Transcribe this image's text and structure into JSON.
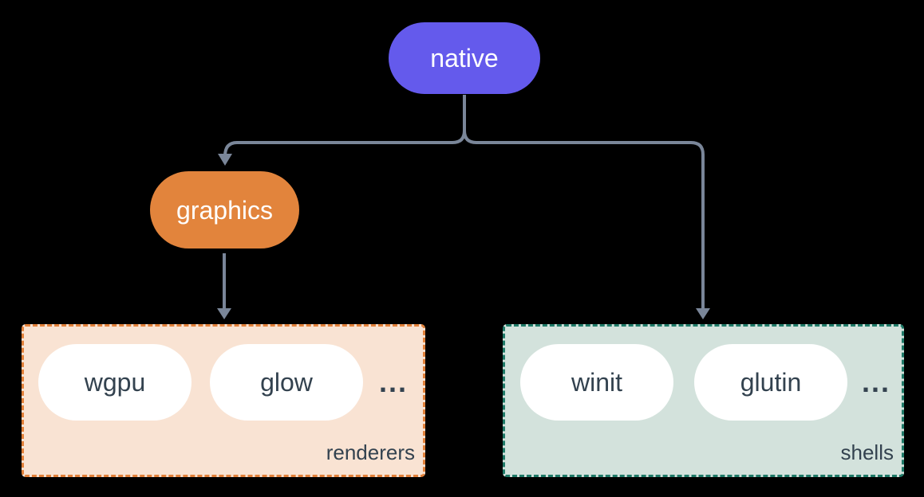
{
  "diagram": {
    "background_color": "#000000",
    "connector_color": "#7A8699",
    "nodes": {
      "native": {
        "label": "native",
        "fill": "#645AEC",
        "text_color": "#FFFFFF"
      },
      "graphics": {
        "label": "graphics",
        "fill": "#E2843C",
        "text_color": "#FFFFFF"
      }
    },
    "groups": {
      "renderers": {
        "label": "renderers",
        "background": "#F9E3D3",
        "border_color": "#E2813A",
        "items": [
          {
            "label": "wgpu"
          },
          {
            "label": "glow"
          }
        ],
        "ellipsis": "..."
      },
      "shells": {
        "label": "shells",
        "background": "#D3E2DC",
        "border_color": "#1F7A68",
        "items": [
          {
            "label": "winit"
          },
          {
            "label": "glutin"
          }
        ],
        "ellipsis": "..."
      }
    },
    "item_pill_color": "#FFFFFF",
    "item_text_color": "#33424F",
    "edges": [
      {
        "from": "native",
        "to": "graphics"
      },
      {
        "from": "native",
        "to": "shells"
      },
      {
        "from": "graphics",
        "to": "renderers"
      }
    ]
  }
}
